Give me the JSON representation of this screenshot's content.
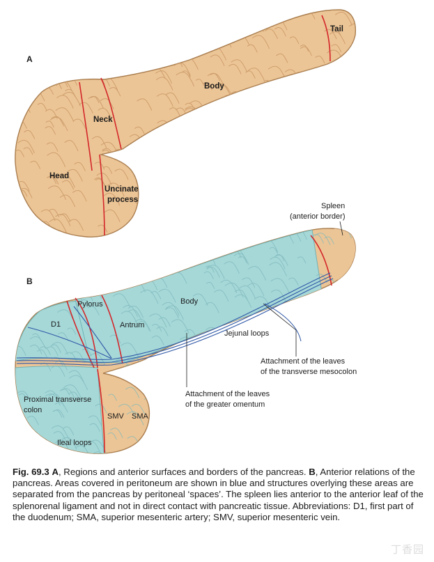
{
  "colors": {
    "pancreas": "#ecc596",
    "pancreas_edge": "#a97d4e",
    "lobule": "#c99766",
    "peritoneum": "#a6d8d8",
    "peritoneum_edge": "#72b0b3",
    "border_red": "#d3262a",
    "line_blue": "#2f58a6"
  },
  "panel_a": {
    "letter": "A",
    "labels": {
      "head": "Head",
      "neck": "Neck",
      "body": "Body",
      "tail": "Tail",
      "uncinate_1": "Uncinate",
      "uncinate_2": "process"
    }
  },
  "panel_b": {
    "letter": "B",
    "labels": {
      "spleen_1": "Spleen",
      "spleen_2": "(anterior border)",
      "pylorus": "Pylorus",
      "d1": "D1",
      "antrum": "Antrum",
      "body": "Body",
      "jejunal": "Jejunal loops",
      "mesocolon_1": "Attachment of the leaves",
      "mesocolon_2": "of the transverse mesocolon",
      "omentum_1": "Attachment of the leaves",
      "omentum_2": "of the greater omentum",
      "colon_1": "Proximal transverse",
      "colon_2": "colon",
      "smv": "SMV",
      "sma": "SMA",
      "ileal": "Ileal loops"
    }
  },
  "caption": {
    "fig_number": "Fig. 69.3",
    "a": "A",
    "a_text": ", Regions and anterior surfaces and borders of the pancreas.",
    "b": "B",
    "b_text": ", Anterior relations of the pancreas. Areas covered in peritoneum are shown in blue and structures overlying these areas are separated from the pancreas by peritoneal ‘spaces’. The spleen lies anterior to the anterior leaf of the splenorenal ligament and not in direct contact with pancreatic tissue. Abbreviations: D1, first part of the duodenum; SMA, superior mesenteric artery; SMV, superior mesenteric vein."
  },
  "watermark": "丁香园"
}
